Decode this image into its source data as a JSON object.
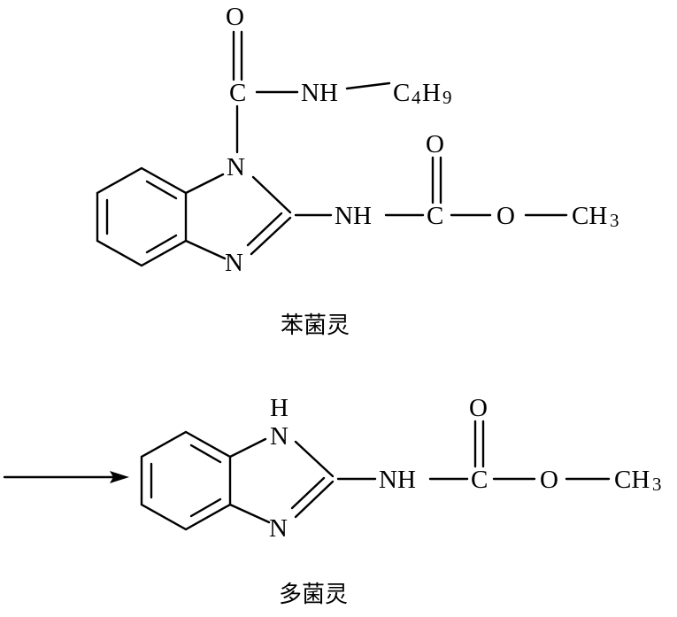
{
  "molecules": [
    {
      "name": "苯菌灵",
      "atoms": {
        "carbonyl_o": "O",
        "carbonyl_c": "C",
        "amide_nh": "NH",
        "butyl_c": "C",
        "butyl_c_sub": "4",
        "butyl_h": "H",
        "butyl_h_sub": "9",
        "ring_n1": "N",
        "ring_n3": "N",
        "nh": "NH",
        "ester_c": "C",
        "ester_o_top": "O",
        "ester_o": "O",
        "methyl_c": "CH",
        "methyl_sub": "3"
      }
    },
    {
      "name": "多菌灵",
      "atoms": {
        "ring_h": "H",
        "ring_n1": "N",
        "ring_n3": "N",
        "nh": "NH",
        "ester_c": "C",
        "ester_o_top": "O",
        "ester_o": "O",
        "methyl_c": "CH",
        "methyl_sub": "3"
      }
    }
  ],
  "arrow": "reaction-arrow"
}
